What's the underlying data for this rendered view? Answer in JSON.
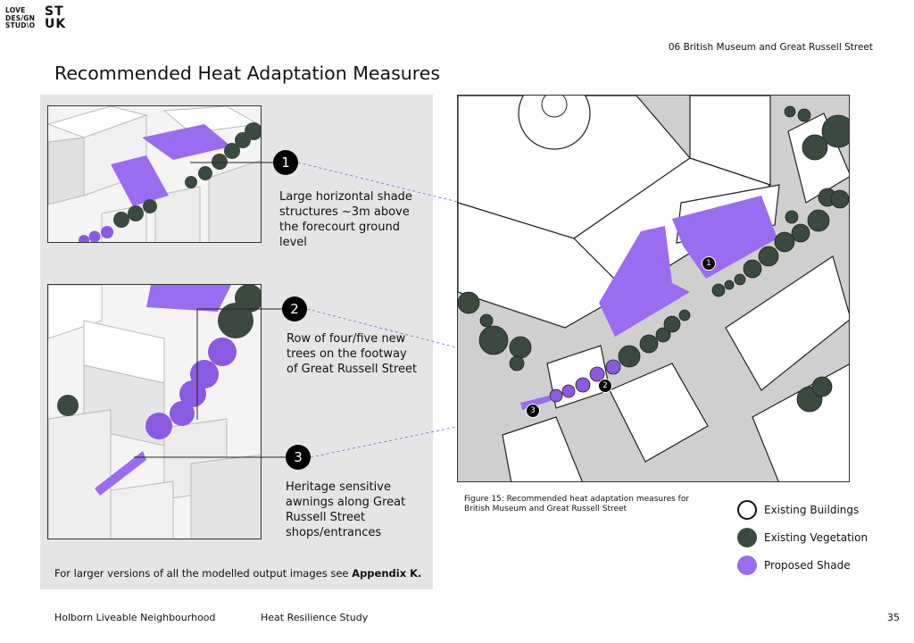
{
  "header": {
    "logo_lines": [
      "LOVE",
      "DES/GN",
      "STUD\\O"
    ],
    "logo_mark_lines": [
      "ST",
      "UK"
    ],
    "section_label": "06 British Museum and Great Russell Street",
    "title": "Recommended Heat Adaptation Measures"
  },
  "measures": [
    {
      "number": "1",
      "text": "Large horizontal shade structures ~3m above the forecourt ground level"
    },
    {
      "number": "2",
      "text": "Row of four/five new trees on the footway of Great Russell Street"
    },
    {
      "number": "3",
      "text": "Heritage sensitive awnings along Great Russell Street shops/entrances"
    }
  ],
  "appendix": {
    "text": "For larger versions of all the modelled output images see ",
    "link": "Appendix K."
  },
  "map": {
    "markers": [
      "1",
      "2",
      "3"
    ],
    "caption": "Figure 15: Recommended heat adaptation measures for British Museum and Great Russell Street"
  },
  "legend": [
    {
      "label": "Existing Buildings",
      "color": "#ffffff"
    },
    {
      "label": "Existing Vegetation",
      "color": "#3b4a3f"
    },
    {
      "label": "Proposed Shade",
      "color": "#9a6cf0"
    }
  ],
  "footer": {
    "left": "Holborn Liveable Neighbourhood",
    "middle": "Heat Resilience Study",
    "page_number": "35"
  },
  "colors": {
    "shade": "#9a6cf0",
    "vegetation": "#3b4a3f",
    "panel": "#e5e5e5"
  }
}
